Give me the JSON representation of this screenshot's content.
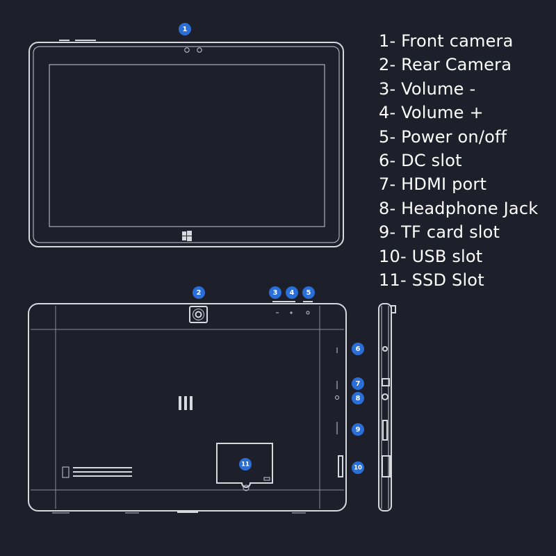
{
  "legend": [
    "1- Front camera",
    "2- Rear Camera",
    "3- Volume -",
    "4- Volume +",
    "5- Power on/off",
    "6- DC slot",
    "7- HDMI port",
    "8- Headphone Jack",
    "9- TF card slot",
    "10- USB slot",
    "11- SSD Slot"
  ],
  "badges": [
    "1",
    "2",
    "3",
    "4",
    "5",
    "6",
    "7",
    "8",
    "9",
    "10",
    "11"
  ],
  "colors": {
    "background": "#1d1f2b",
    "line": "#d7d9de",
    "badge": "#2a6fd8",
    "text": "#ffffff"
  },
  "icons": {
    "start": "windows-logo-icon",
    "brand": "brand-logo-icon"
  }
}
